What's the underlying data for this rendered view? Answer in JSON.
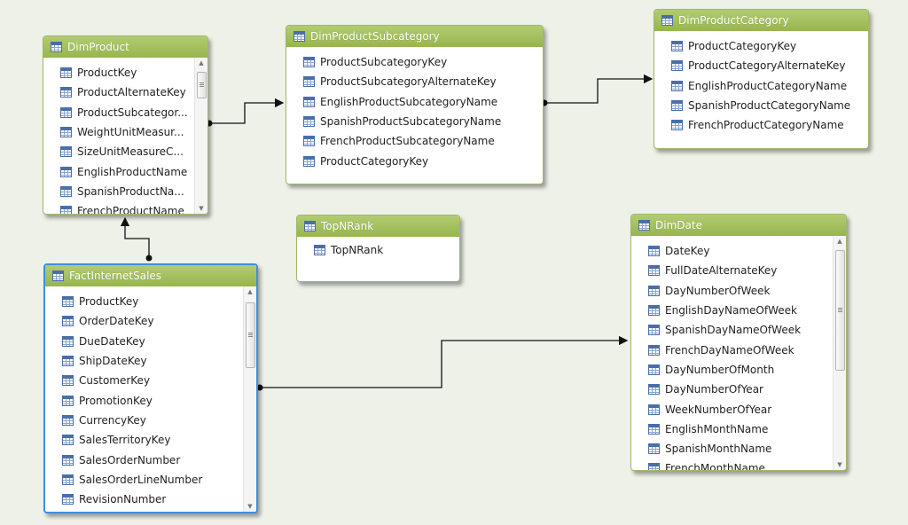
{
  "tables": {
    "dimproduct": {
      "title": "DimProduct",
      "fields": [
        "ProductKey",
        "ProductAlternateKey",
        "ProductSubcategor...",
        "WeightUnitMeasur...",
        "SizeUnitMeasureC...",
        "EnglishProductName",
        "SpanishProductNa...",
        "FrenchProductName"
      ]
    },
    "dimproductsubcategory": {
      "title": "DimProductSubcategory",
      "fields": [
        "ProductSubcategoryKey",
        "ProductSubcategoryAlternateKey",
        "EnglishProductSubcategoryName",
        "SpanishProductSubcategoryName",
        "FrenchProductSubcategoryName",
        "ProductCategoryKey"
      ]
    },
    "dimproductcategory": {
      "title": "DimProductCategory",
      "fields": [
        "ProductCategoryKey",
        "ProductCategoryAlternateKey",
        "EnglishProductCategoryName",
        "SpanishProductCategoryName",
        "FrenchProductCategoryName"
      ]
    },
    "topnrank": {
      "title": "TopNRank",
      "fields": [
        "TopNRank"
      ]
    },
    "dimdate": {
      "title": "DimDate",
      "fields": [
        "DateKey",
        "FullDateAlternateKey",
        "DayNumberOfWeek",
        "EnglishDayNameOfWeek",
        "SpanishDayNameOfWeek",
        "FrenchDayNameOfWeek",
        "DayNumberOfMonth",
        "DayNumberOfYear",
        "WeekNumberOfYear",
        "EnglishMonthName",
        "SpanishMonthName",
        "FrenchMonthName"
      ]
    },
    "factinternetsales": {
      "title": "FactInternetSales",
      "fields": [
        "ProductKey",
        "OrderDateKey",
        "DueDateKey",
        "ShipDateKey",
        "CustomerKey",
        "PromotionKey",
        "CurrencyKey",
        "SalesTerritoryKey",
        "SalesOrderNumber",
        "SalesOrderLineNumber",
        "RevisionNumber"
      ]
    }
  },
  "colors": {
    "header": "#a3bf5c",
    "selected_border": "#3d8fe0",
    "relationship_line": "#111111"
  },
  "icons": {
    "table": "table-grid-icon",
    "scroll_up": "chevron-up-icon",
    "scroll_down": "chevron-down-icon"
  }
}
